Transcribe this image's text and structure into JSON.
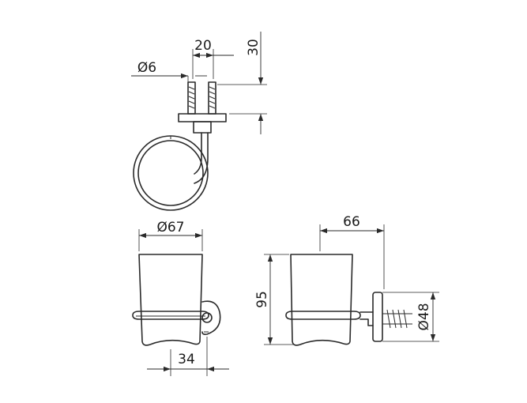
{
  "dimensions": {
    "top_spacing": "20",
    "top_height": "30",
    "rod_diameter": "Ø6",
    "cup_diameter": "Ø67",
    "base_offset": "34",
    "side_depth": "66",
    "side_height": "95",
    "flange_diameter": "Ø48"
  }
}
